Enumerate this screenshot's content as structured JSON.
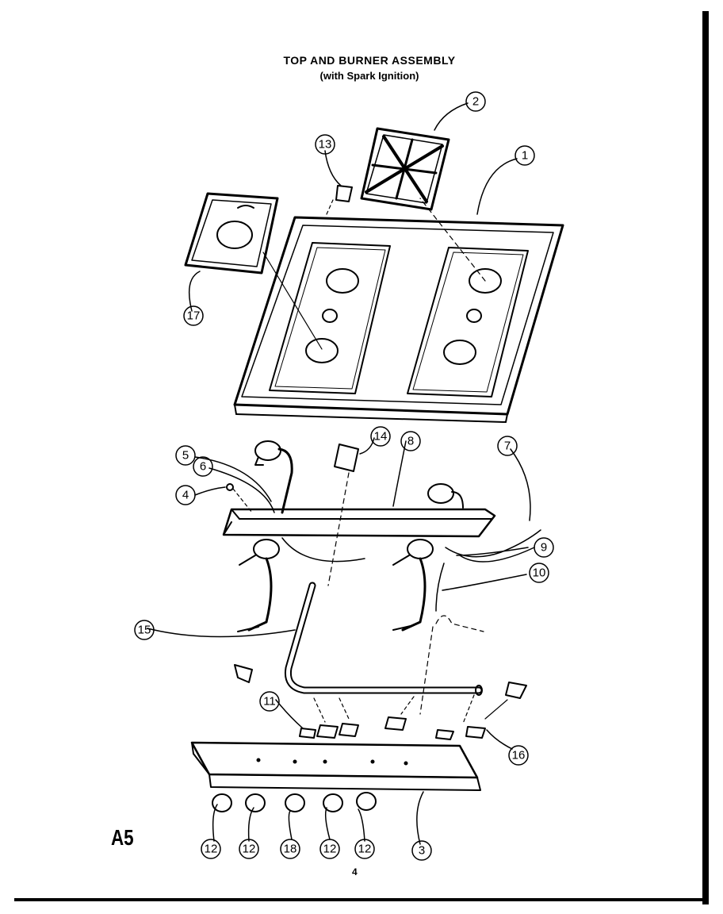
{
  "title": {
    "line1": "TOP AND BURNER ASSEMBLY",
    "line2": "(with Spark Ignition)"
  },
  "section_code": "A5",
  "page_number": "4",
  "callouts": [
    "1",
    "2",
    "3",
    "4",
    "5",
    "6",
    "7",
    "8",
    "9",
    "10",
    "11",
    "12",
    "12",
    "18",
    "12",
    "12",
    "13",
    "14",
    "15",
    "16",
    "17"
  ],
  "colors": {
    "ink": "#000000",
    "paper": "#ffffff"
  }
}
